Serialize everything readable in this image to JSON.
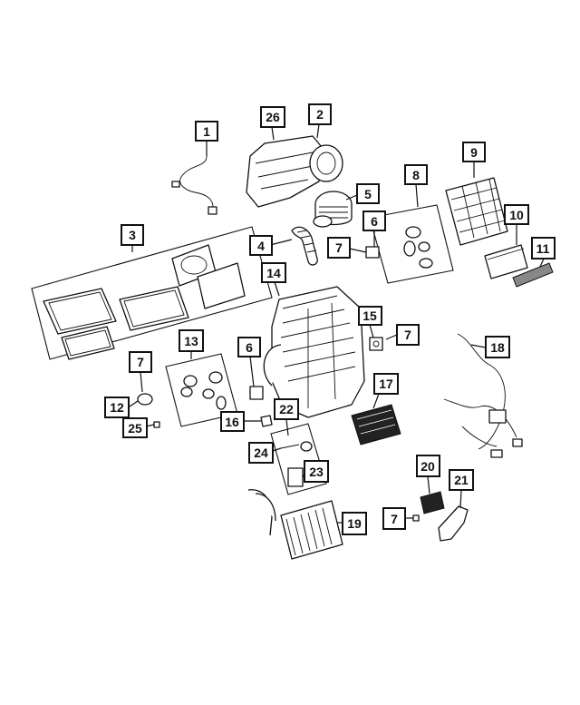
{
  "callouts": [
    {
      "id": "c1",
      "label": "1"
    },
    {
      "id": "c26",
      "label": "26"
    },
    {
      "id": "c2",
      "label": "2"
    },
    {
      "id": "c9",
      "label": "9"
    },
    {
      "id": "c8",
      "label": "8"
    },
    {
      "id": "c5",
      "label": "5"
    },
    {
      "id": "c6a",
      "label": "6"
    },
    {
      "id": "c10",
      "label": "10"
    },
    {
      "id": "c3",
      "label": "3"
    },
    {
      "id": "c4",
      "label": "4"
    },
    {
      "id": "c7a",
      "label": "7"
    },
    {
      "id": "c11",
      "label": "11"
    },
    {
      "id": "c14",
      "label": "14"
    },
    {
      "id": "c15",
      "label": "15"
    },
    {
      "id": "c7b",
      "label": "7"
    },
    {
      "id": "c13",
      "label": "13"
    },
    {
      "id": "c6b",
      "label": "6"
    },
    {
      "id": "c18",
      "label": "18"
    },
    {
      "id": "c7c",
      "label": "7"
    },
    {
      "id": "c17",
      "label": "17"
    },
    {
      "id": "c12",
      "label": "12"
    },
    {
      "id": "c22",
      "label": "22"
    },
    {
      "id": "c25",
      "label": "25"
    },
    {
      "id": "c16",
      "label": "16"
    },
    {
      "id": "c24",
      "label": "24"
    },
    {
      "id": "c23",
      "label": "23"
    },
    {
      "id": "c20",
      "label": "20"
    },
    {
      "id": "c21",
      "label": "21"
    },
    {
      "id": "c7d",
      "label": "7"
    },
    {
      "id": "c19",
      "label": "19"
    }
  ]
}
